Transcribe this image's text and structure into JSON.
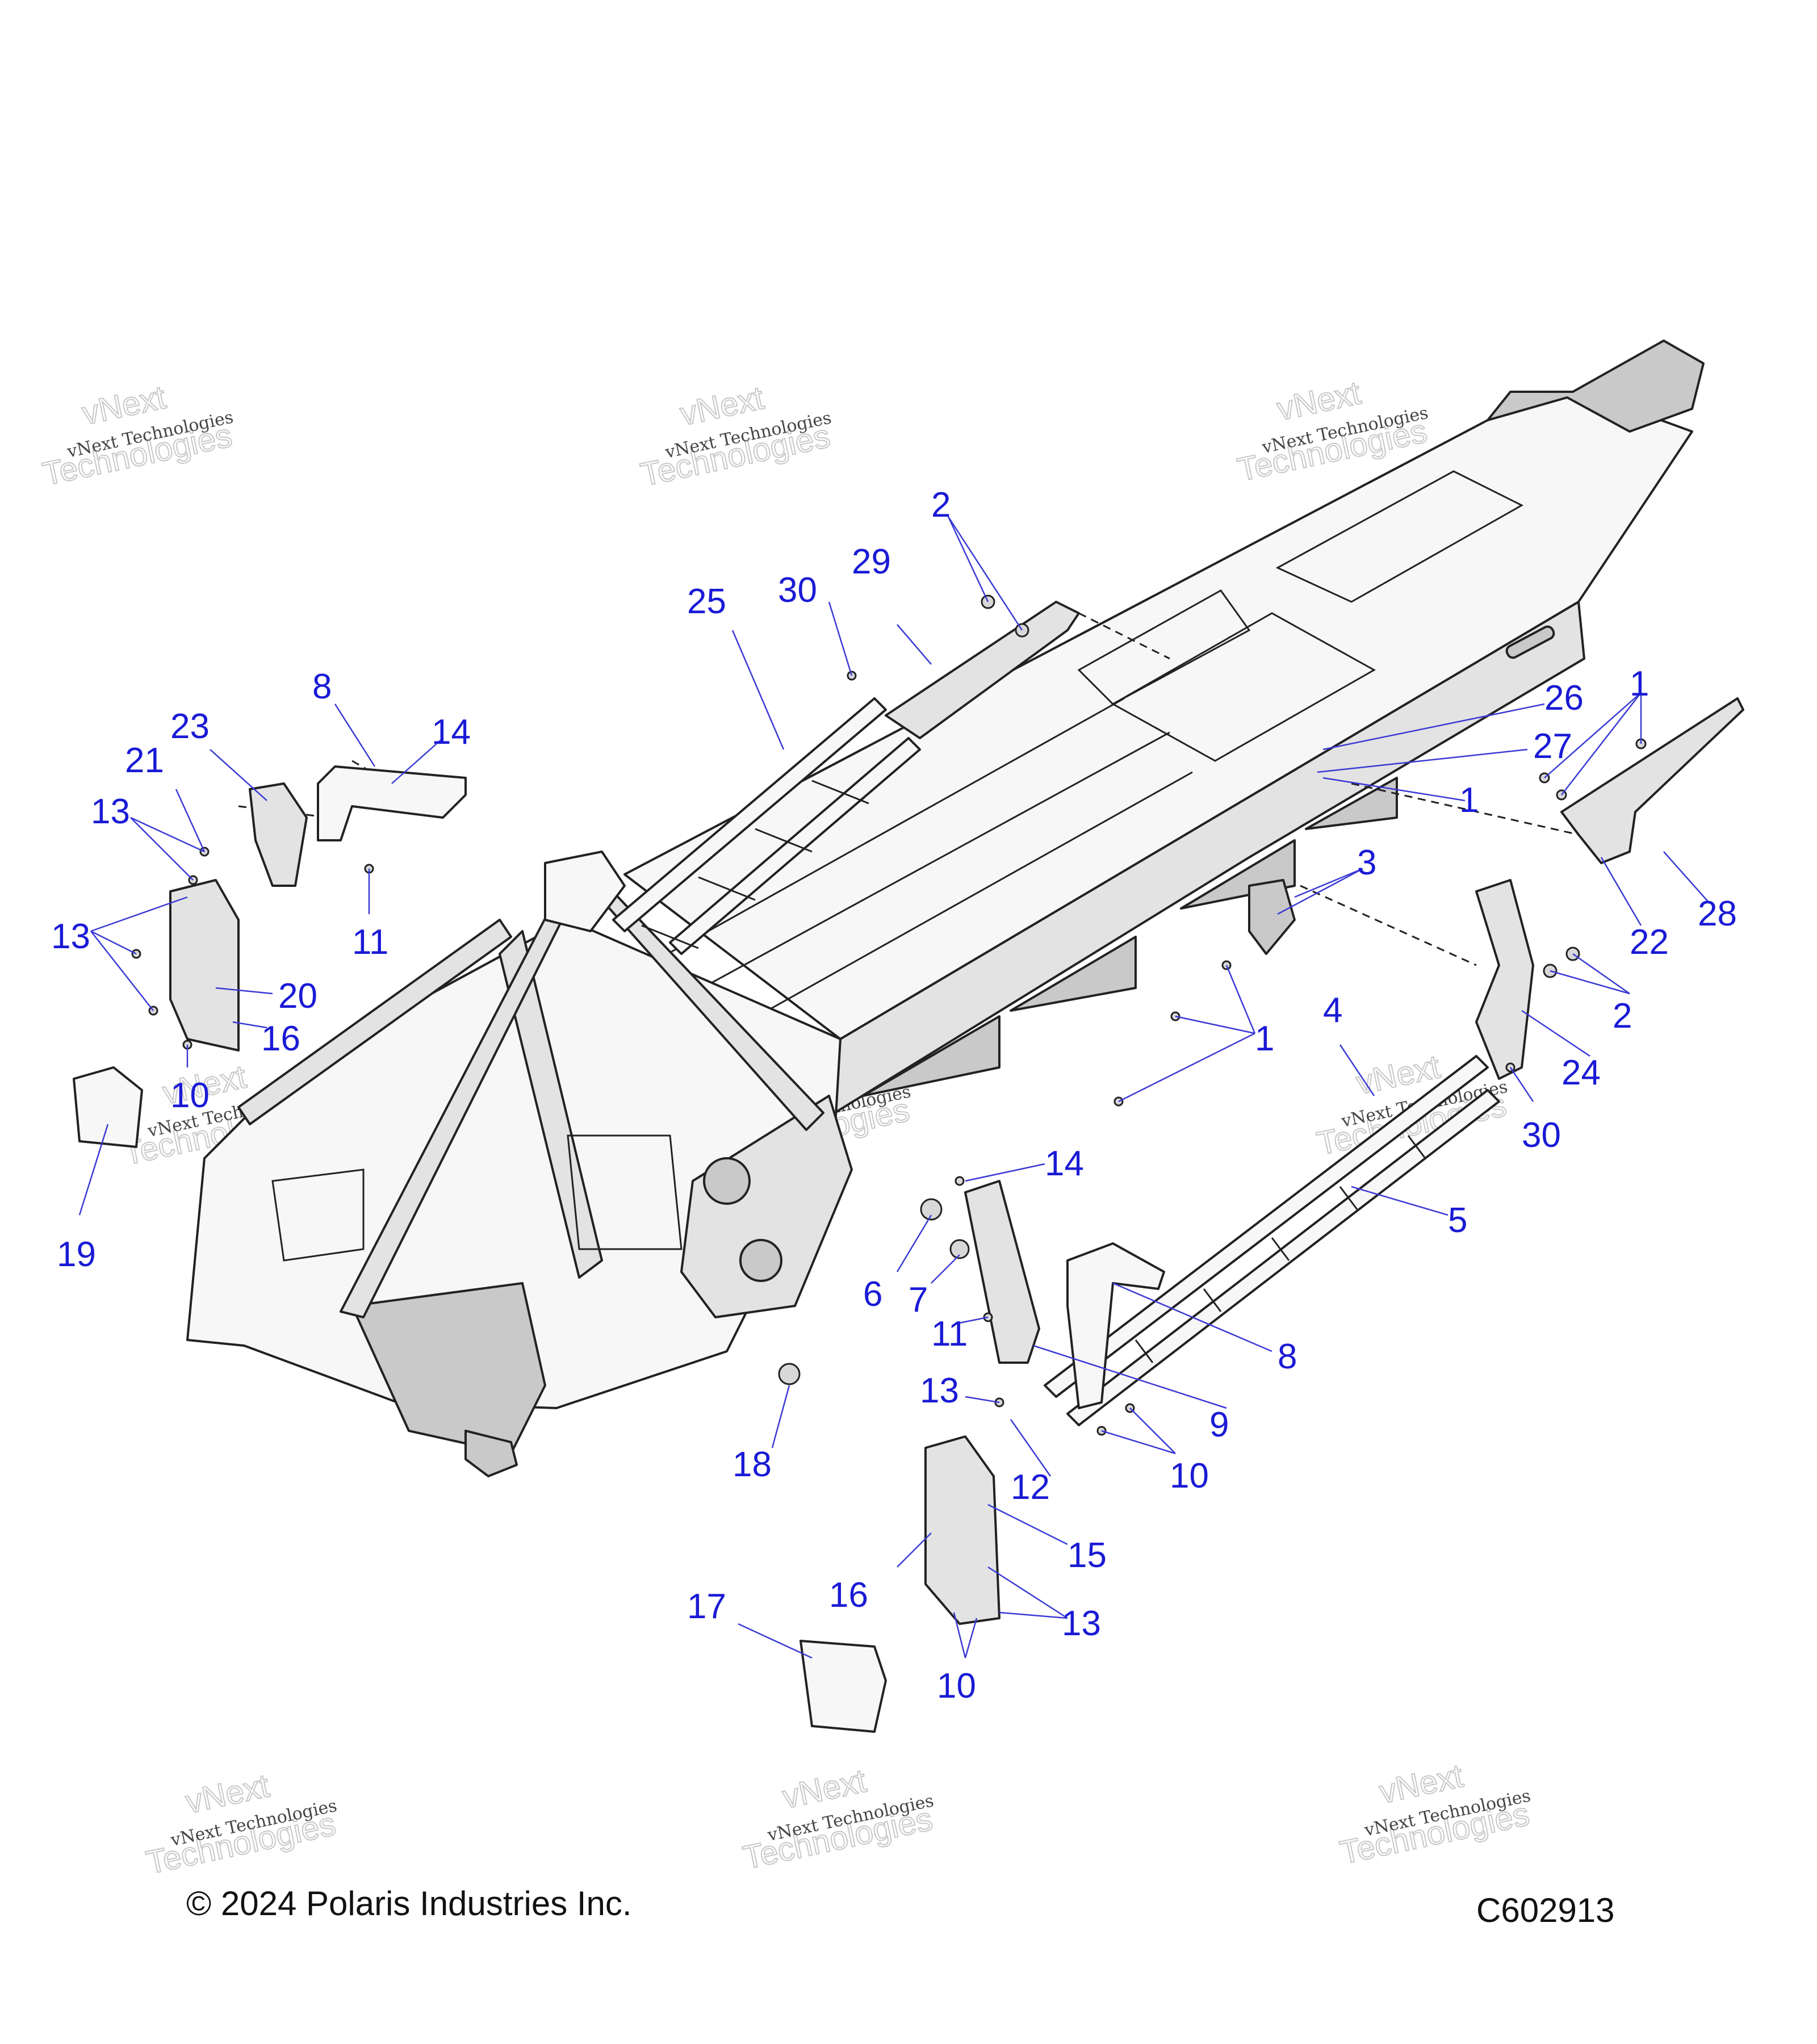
{
  "watermark": {
    "line1": "vNext Technologies",
    "line2": "Technologies",
    "line3": "vNext"
  },
  "footer": {
    "copyright": "© 2024 Polaris Industries Inc.",
    "diagram_code": "C602913"
  },
  "callouts": [
    "1",
    "1",
    "1",
    "1",
    "2",
    "2",
    "3",
    "4",
    "5",
    "6",
    "7",
    "8",
    "8",
    "9",
    "10",
    "10",
    "10",
    "10",
    "11",
    "11",
    "12",
    "13",
    "13",
    "13",
    "13",
    "14",
    "14",
    "15",
    "16",
    "16",
    "17",
    "18",
    "19",
    "20",
    "21",
    "22",
    "23",
    "24",
    "25",
    "26",
    "27",
    "28",
    "29",
    "30",
    "30"
  ]
}
